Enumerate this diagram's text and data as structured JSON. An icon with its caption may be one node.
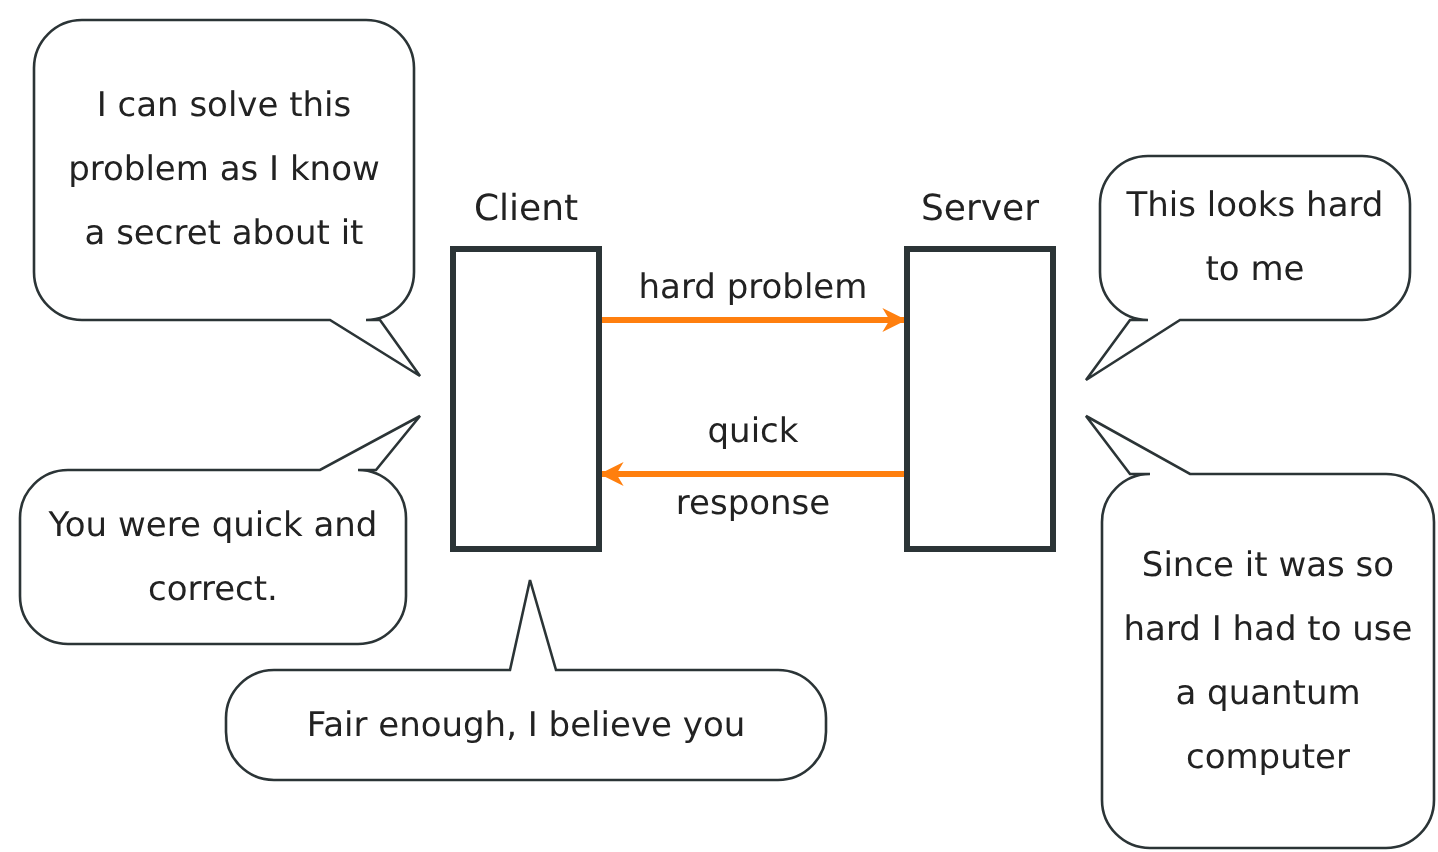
{
  "diagram": {
    "nodes": [
      {
        "text": [
          "Client"
        ]
      },
      {
        "text": [
          "Server"
        ]
      },
      {
        "text": [
          "I can solve this problem as I know a secret about it"
        ]
      },
      {
        "text": [
          "You were quick and correct."
        ]
      },
      {
        "text": [
          "Fair enough, I believe you"
        ]
      },
      {
        "text": [
          "This looks hard to me"
        ]
      },
      {
        "text": [
          "Since it was so hard I had to use a quantum computer"
        ]
      }
    ],
    "edges": [
      {
        "from": 0,
        "to": 1,
        "arrow": "to",
        "label": "hard problem"
      },
      {
        "from": 1,
        "to": 0,
        "arrow": "to",
        "label": "quick response"
      }
    ]
  }
}
